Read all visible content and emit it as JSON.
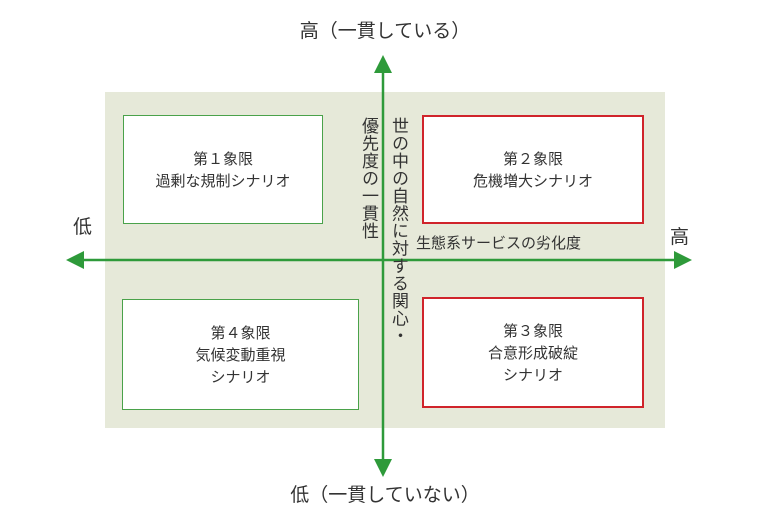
{
  "axes": {
    "top_label": "高（一貫している）",
    "bottom_label": "低（一貫していない）",
    "left_label": "低",
    "right_label": "高",
    "x_axis_title": "生態系サービスの劣化度",
    "y_axis_title_line1": "世の中の自然に対する関心・",
    "y_axis_title_line2": "優先度の一貫性"
  },
  "quadrants": {
    "q1": {
      "line1": "第１象限",
      "line2": "過剰な規制シナリオ"
    },
    "q2": {
      "line1": "第２象限",
      "line2": "危機増大シナリオ"
    },
    "q3": {
      "line1": "第３象限",
      "line2": "合意形成破綻",
      "line3": "シナリオ"
    },
    "q4": {
      "line1": "第４象限",
      "line2": "気候変動重視",
      "line3": "シナリオ"
    }
  },
  "colors": {
    "axis": "#2e9a3a",
    "panel": "#e6e9d9",
    "green_border": "#4aa24a",
    "red_border": "#d0242b"
  }
}
